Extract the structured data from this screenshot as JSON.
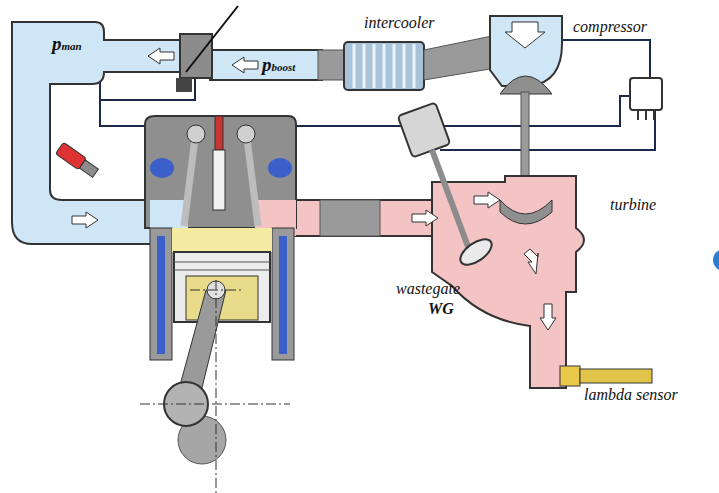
{
  "diagram": {
    "labels": [
      "pman",
      "pboost",
      "intercooler",
      "compressor",
      "turbine",
      "wastegate",
      "WG",
      "lambda sensor"
    ]
  }
}
